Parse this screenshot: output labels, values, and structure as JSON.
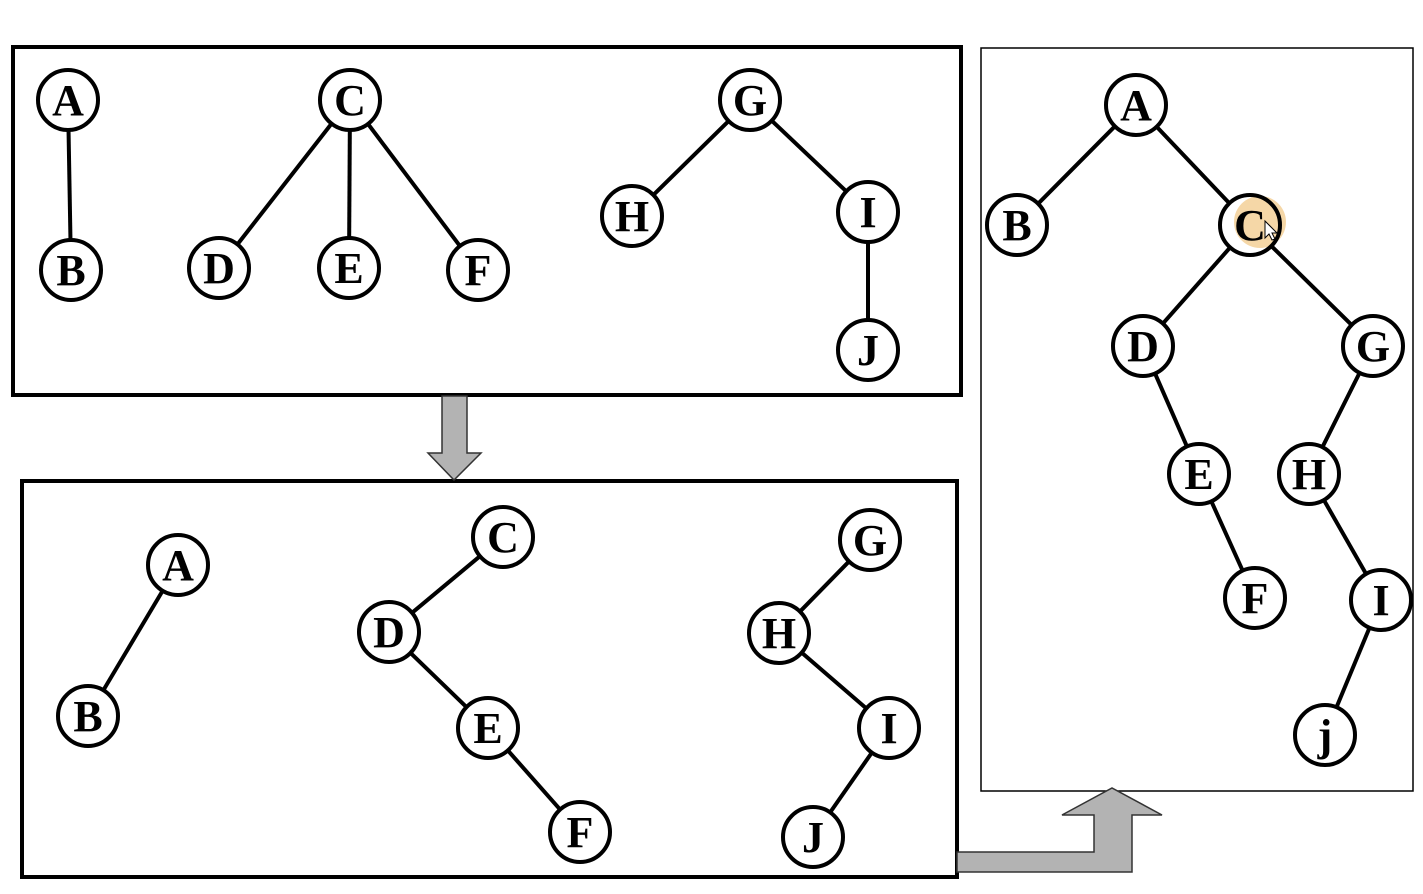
{
  "slide": {
    "title": "",
    "colors": {
      "stroke": "#000000",
      "arrow_fill": "#b3b3b3",
      "arrow_stroke": "#333333",
      "cursor_highlight": "#f2c98a"
    }
  },
  "panels": {
    "forest": {
      "nodes": [
        "A",
        "B",
        "C",
        "D",
        "E",
        "F",
        "G",
        "H",
        "I",
        "J"
      ],
      "edges": [
        [
          "A",
          "B"
        ],
        [
          "C",
          "D"
        ],
        [
          "C",
          "E"
        ],
        [
          "C",
          "F"
        ],
        [
          "G",
          "H"
        ],
        [
          "G",
          "I"
        ],
        [
          "I",
          "J"
        ]
      ]
    },
    "converted_trees": {
      "nodes": [
        "A",
        "B",
        "C",
        "D",
        "E",
        "F",
        "G",
        "H",
        "I",
        "J"
      ],
      "edges": [
        [
          "A",
          "B"
        ],
        [
          "C",
          "D"
        ],
        [
          "D",
          "E"
        ],
        [
          "E",
          "F"
        ],
        [
          "G",
          "H"
        ],
        [
          "H",
          "I"
        ],
        [
          "I",
          "J"
        ]
      ]
    },
    "binary_tree": {
      "nodes": [
        "A",
        "B",
        "C",
        "D",
        "G",
        "E",
        "H",
        "F",
        "I",
        "j"
      ],
      "edges": [
        [
          "A",
          "B"
        ],
        [
          "A",
          "C"
        ],
        [
          "C",
          "D"
        ],
        [
          "C",
          "G"
        ],
        [
          "D",
          "E"
        ],
        [
          "G",
          "H"
        ],
        [
          "E",
          "F"
        ],
        [
          "H",
          "I"
        ],
        [
          "I",
          "j"
        ]
      ]
    }
  },
  "cursor": {
    "target_node": "C"
  }
}
